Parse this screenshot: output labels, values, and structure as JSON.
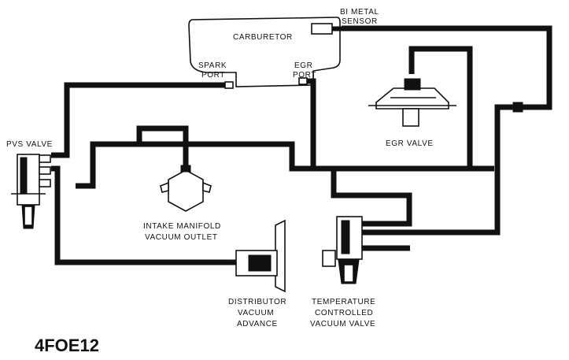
{
  "labels": {
    "carburetor": "CARBURETOR",
    "bimetal_line1": "BI METAL",
    "bimetal_line2": "SENSOR",
    "spark_line1": "SPARK",
    "spark_line2": "PORT",
    "egr_port_line1": "EGR",
    "egr_port_line2": "PORT",
    "pvs_valve": "PVS VALVE",
    "egr_valve": "EGR VALVE",
    "intake_line1": "INTAKE MANIFOLD",
    "intake_line2": "VACUUM OUTLET",
    "distributor_line1": "DISTRIBUTOR",
    "distributor_line2": "VACUUM",
    "distributor_line3": "ADVANCE",
    "tcvv_line1": "TEMPERATURE",
    "tcvv_line2": "CONTROLLED",
    "tcvv_line3": "VACUUM VALVE",
    "figure_code": "4FOE12"
  }
}
